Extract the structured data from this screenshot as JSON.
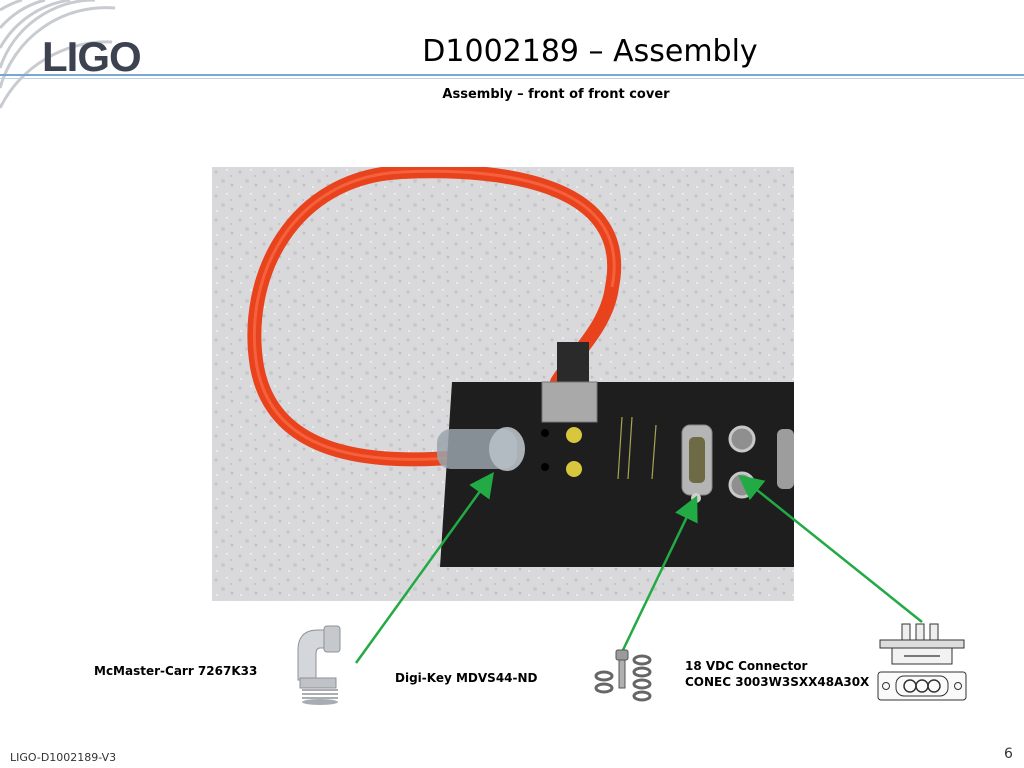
{
  "header": {
    "logo_text": "LIGO",
    "title": "D1002189 – Assembly",
    "subtitle": "Assembly – front of front cover"
  },
  "labels": {
    "mcmaster": "McMaster-Carr 7267K33",
    "digikey": "Digi-Key MDVS44-ND",
    "connector_line1": "18 VDC Connector",
    "connector_line2": "CONEC 3003W3SXX48A30X"
  },
  "footer": {
    "doc_id": "LIGO-D1002189-V3",
    "page_number": "6"
  },
  "colors": {
    "rule_blue": "#7aa7cf",
    "arrow_green": "#22aa44",
    "cable_orange": "#e8431d",
    "panel_black": "#1e1e1e"
  },
  "icons": [
    "logo-arcs-icon",
    "elbow-fitting-icon",
    "screw-washer-icon",
    "dsub-connector-icon"
  ]
}
